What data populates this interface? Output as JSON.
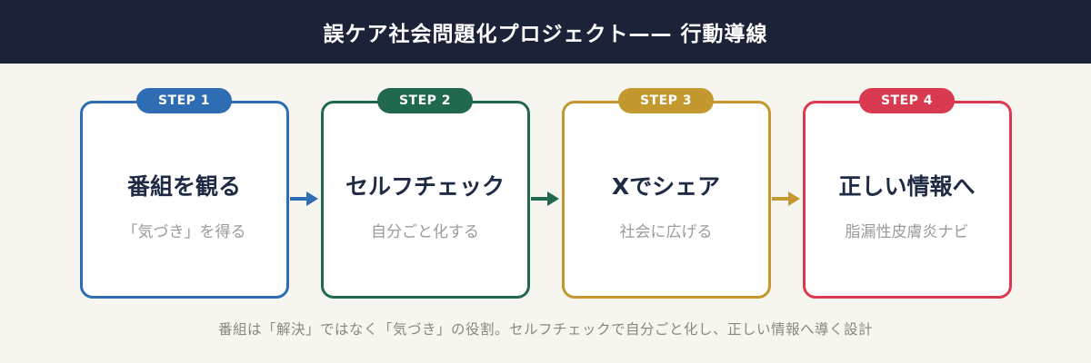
{
  "header": {
    "title": "誤ケア社会問題化プロジェクト—— 行動導線"
  },
  "steps": [
    {
      "badge": "STEP 1",
      "title": "番組を観る",
      "subtitle": "「気づき」を得る",
      "color": "#2e6cb4"
    },
    {
      "badge": "STEP 2",
      "title": "セルフチェック",
      "subtitle": "自分ごと化する",
      "color": "#20694d"
    },
    {
      "badge": "STEP 3",
      "title": "Xでシェア",
      "subtitle": "社会に広げる",
      "color": "#c3992f"
    },
    {
      "badge": "STEP 4",
      "title": "正しい情報へ",
      "subtitle": "脂漏性皮膚炎ナビ",
      "color": "#da3a4f"
    }
  ],
  "footer": {
    "note": "番組は「解決」ではなく「気づき」の役割。セルフチェックで自分ごと化し、正しい情報へ導く設計"
  },
  "colors": {
    "header_bg": "#1c2338",
    "page_bg": "#f7f5ef",
    "card_bg": "#ffffff",
    "title_text": "#1f2a44",
    "subtitle_text": "#9a9a98",
    "footer_text": "#8c877d",
    "badge_text": "#ffffff"
  }
}
